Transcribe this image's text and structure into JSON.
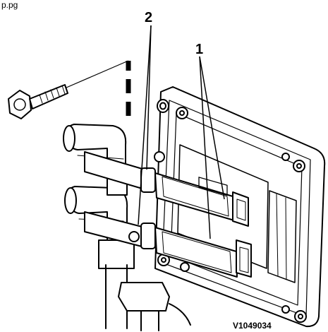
{
  "header": {
    "top_text": "p.pg"
  },
  "callouts": [
    {
      "id": "1",
      "label": "1"
    },
    {
      "id": "2",
      "label": "2"
    }
  ],
  "figure_id": "V1049034"
}
